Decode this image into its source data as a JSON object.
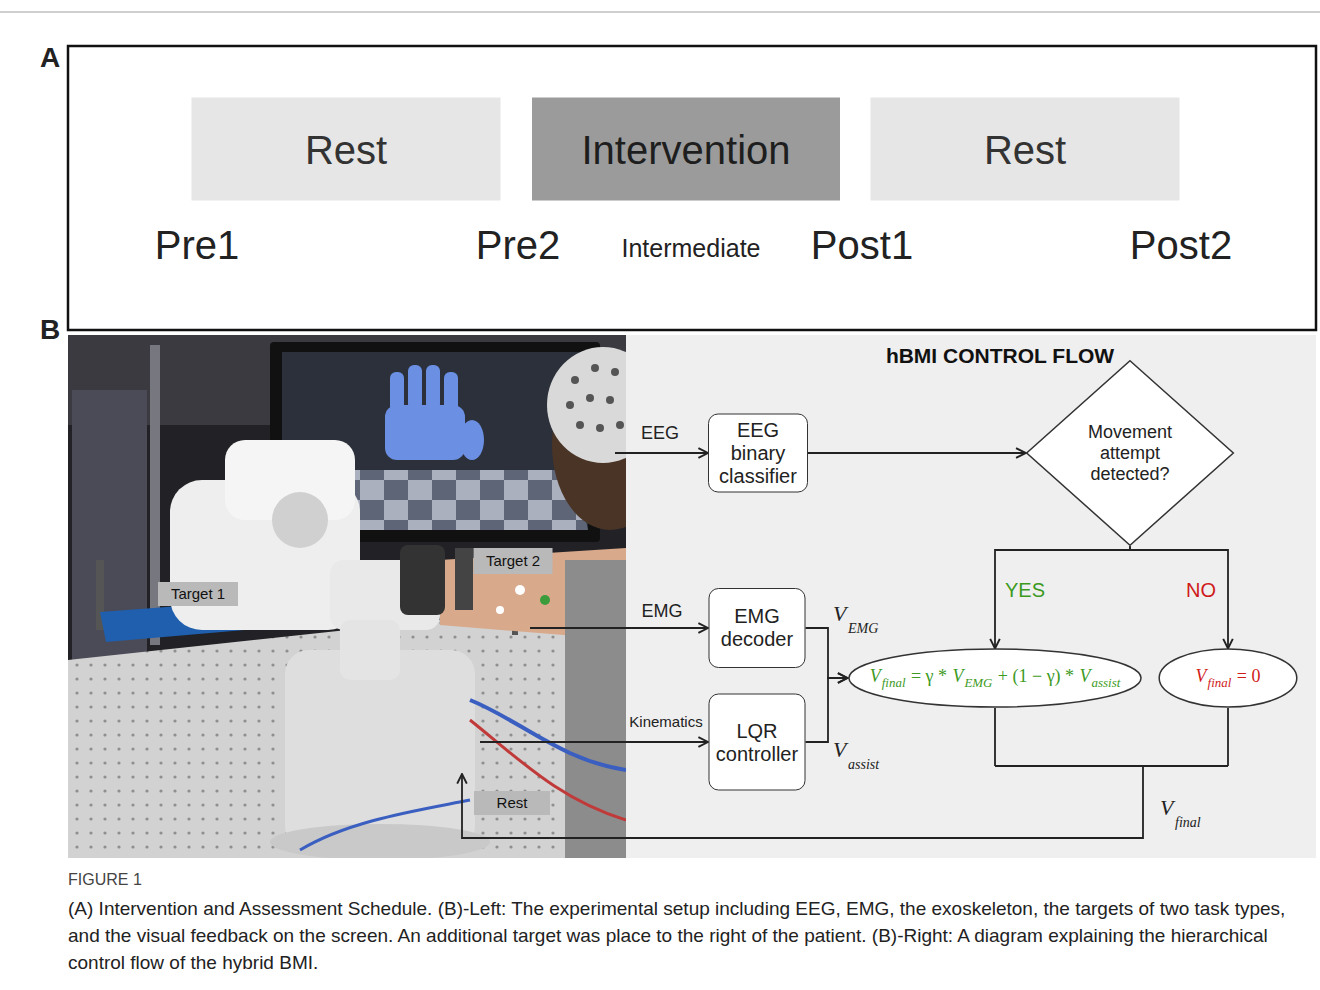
{
  "diagram": {
    "title": "hBMI CONTROL FLOW",
    "caption": "(A) Intervention and Assessment Schedule. (B)-Left: The experimental setup including EEG, EMG, the exoskeleton, the targets of two task types, and the visual feedback on the screen. An additional target was place to the right of the patient. (B)-Right: A diagram explaining the hierarchical control flow of the hybrid BMI.",
    "nodes": [
      {
        "text": [
          "Rest"
        ]
      },
      {
        "text": [
          "Intervention"
        ]
      },
      {
        "text": [
          "Rest"
        ]
      },
      {
        "text": [
          "Target 1"
        ]
      },
      {
        "text": [
          "Target 2"
        ]
      },
      {
        "text": [
          "Rest"
        ]
      },
      {
        "text": [
          "EEG binary classifier"
        ]
      },
      {
        "text": [
          "Movement attempt detected?"
        ]
      },
      {
        "text": [
          "EMG decoder"
        ]
      },
      {
        "text": [
          "LQR controller"
        ]
      },
      {
        "text": [
          "V",
          "final",
          "= γ *",
          "V",
          "EMG",
          "+ (1 − γ) *",
          "V",
          "assist"
        ]
      },
      {
        "text": [
          "V",
          "final",
          "= 0"
        ]
      }
    ],
    "edges": [
      {
        "from": 6,
        "to": 7,
        "arrow": "to"
      },
      {
        "from": 7,
        "to": 10,
        "label": "YES",
        "arrow": "to"
      },
      {
        "from": 7,
        "to": 11,
        "label": "NO",
        "arrow": "to"
      },
      {
        "from": 8,
        "to": 10,
        "arrow": "to"
      },
      {
        "from": 9,
        "to": 10,
        "arrow": "to"
      }
    ],
    "labels": [
      "A",
      "Pre1",
      "Pre2",
      "Intermediate",
      "Post1",
      "Post2",
      "B",
      "EEG",
      "EMG",
      "Kinematics",
      "V",
      "EMG",
      "V",
      "assist",
      "V",
      "final",
      "FIGURE 1"
    ]
  }
}
